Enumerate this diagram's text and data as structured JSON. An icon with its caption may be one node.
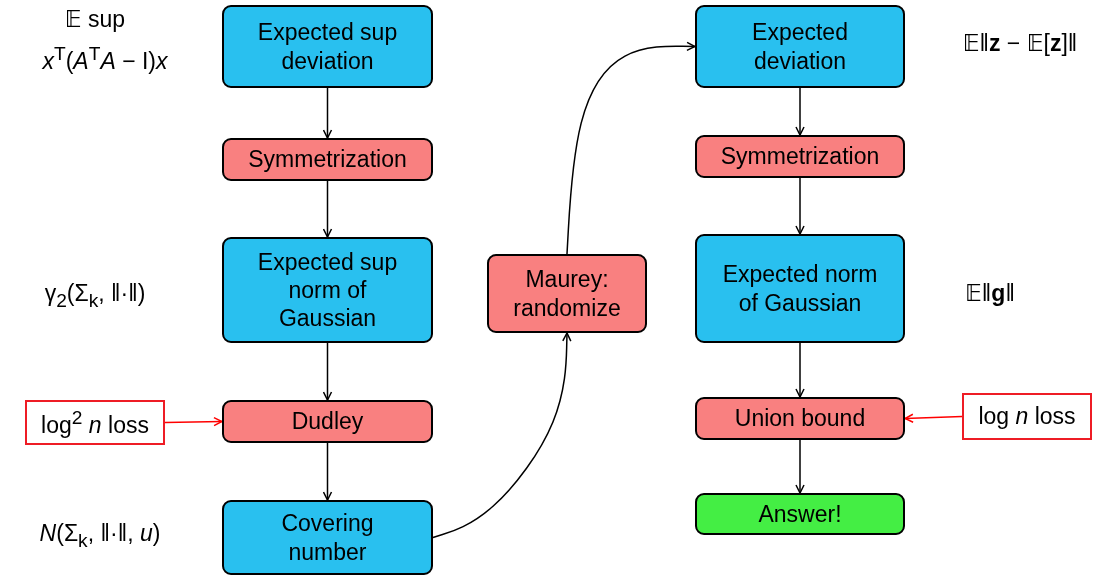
{
  "diagram": {
    "nodes": [
      {
        "text": [
          "Expected sup deviation"
        ],
        "beside": [
          "𝔼 sup",
          "*x*$^{T}$(*A*$^{T}$*A* − I)*x*"
        ]
      },
      {
        "text": [
          "Symmetrization"
        ]
      },
      {
        "text": [
          "Expected sup norm of Gaussian"
        ],
        "beside": [
          "γ$_{2}$(Σ$_{k}$, ‖·‖)"
        ]
      },
      {
        "text": [
          "Dudley"
        ]
      },
      {
        "text": [
          "Covering number"
        ],
        "beside": [
          "*N*(Σ$_{k}$, ‖·‖, *u*)"
        ]
      },
      {
        "text": [
          "Maurey: randomize"
        ]
      },
      {
        "text": [
          "Expected deviation"
        ],
        "beside": [
          "𝔼‖**z** − 𝔼[**z**]‖"
        ]
      },
      {
        "text": [
          "Symmetrization"
        ]
      },
      {
        "text": [
          "Expected norm of Gaussian"
        ],
        "beside": [
          "𝔼‖**g**‖"
        ]
      },
      {
        "text": [
          "Union bound"
        ]
      },
      {
        "text": [
          "Answer!"
        ]
      },
      {
        "text": [
          "log$^{2}$ *n* loss"
        ]
      },
      {
        "text": [
          "log *n* loss"
        ]
      }
    ],
    "edges": [
      {
        "from": 0,
        "to": 1,
        "arrow": "to"
      },
      {
        "from": 1,
        "to": 2,
        "arrow": "to"
      },
      {
        "from": 2,
        "to": 3,
        "arrow": "to"
      },
      {
        "from": 3,
        "to": 4,
        "arrow": "to"
      },
      {
        "from": 4,
        "to": 5,
        "arrow": "to"
      },
      {
        "from": 5,
        "to": 6,
        "arrow": "to"
      },
      {
        "from": 6,
        "to": 7,
        "arrow": "to"
      },
      {
        "from": 7,
        "to": 8,
        "arrow": "to"
      },
      {
        "from": 8,
        "to": 9,
        "arrow": "to"
      },
      {
        "from": 9,
        "to": 10,
        "arrow": "to"
      },
      {
        "from": 11,
        "to": 3,
        "arrow": "to",
        "color": "#ff0000"
      },
      {
        "from": 12,
        "to": 9,
        "arrow": "to",
        "color": "#ff0000"
      }
    ]
  }
}
